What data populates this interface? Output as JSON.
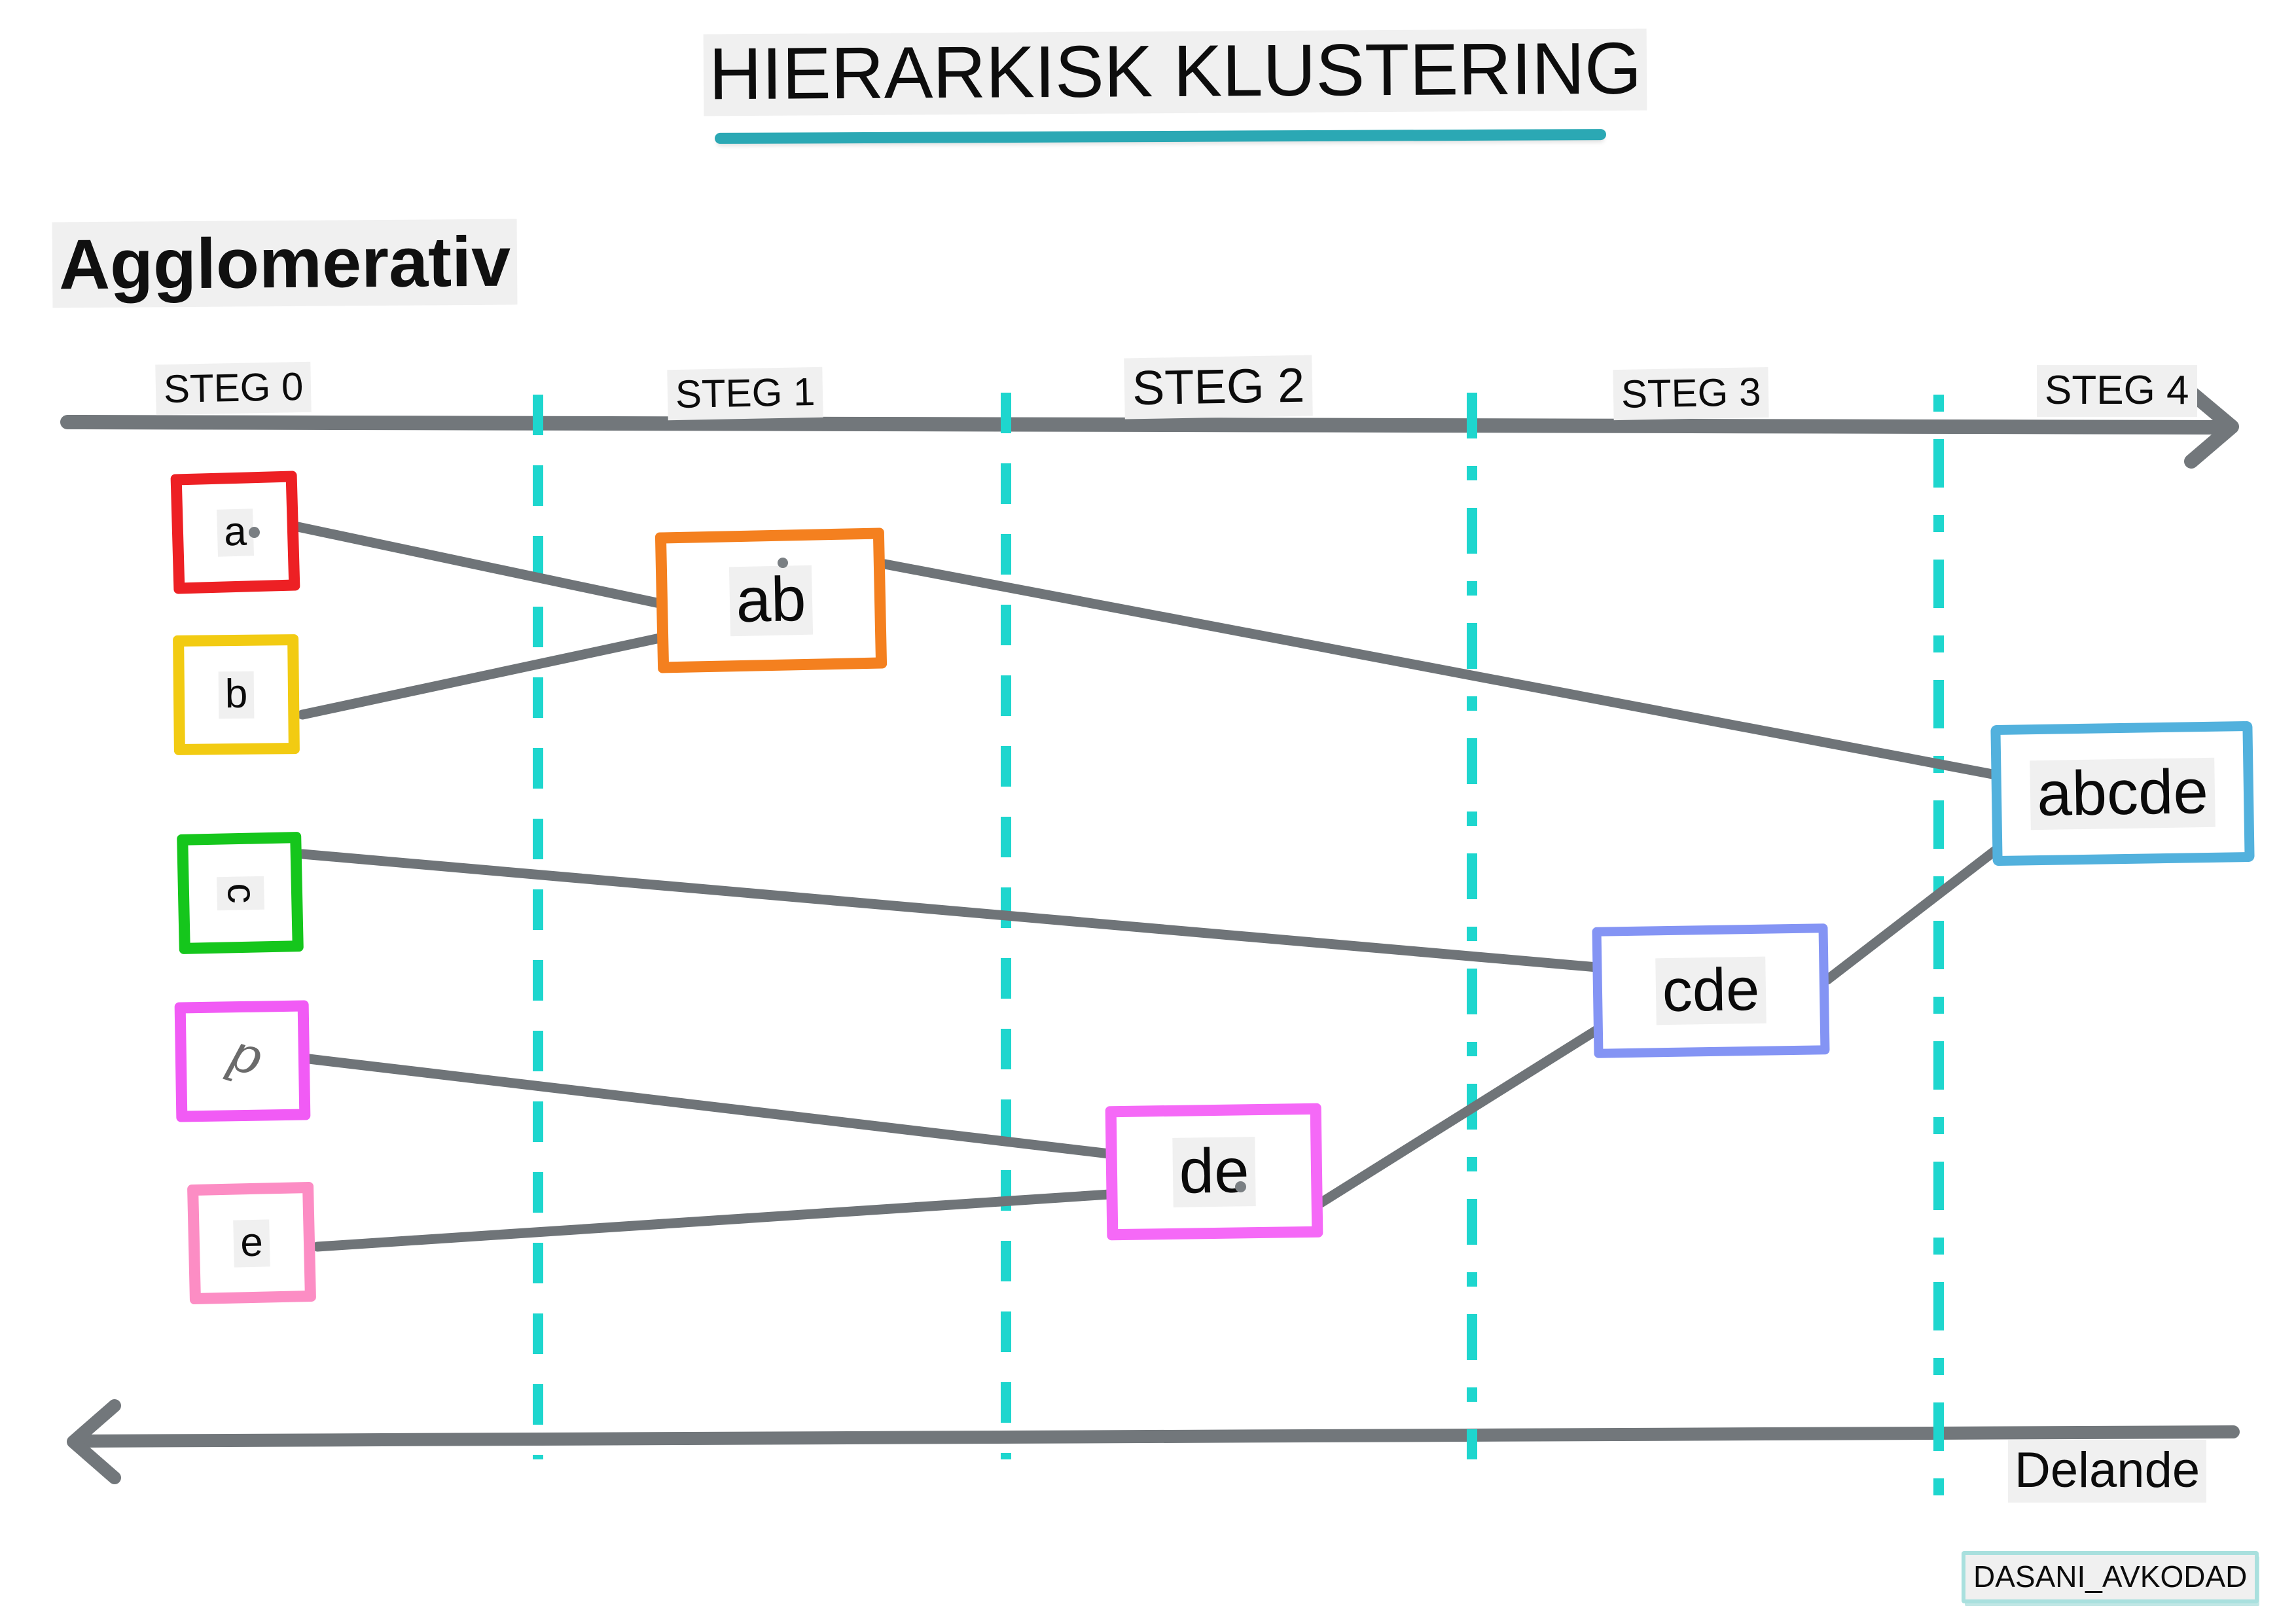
{
  "title": "HIERARKISK KLUSTERING",
  "subtitle": "Agglomerativ",
  "axis": {
    "top_direction": "right-arrow",
    "bottom_direction": "left-arrow",
    "bottom_label": "Delande",
    "steps": [
      {
        "label": "STEG 0"
      },
      {
        "label": "STEG 1"
      },
      {
        "label": "STEG 2"
      },
      {
        "label": "STEG 3"
      },
      {
        "label": "STEG 4"
      }
    ]
  },
  "colors": {
    "title_underline": "#2ba8b4",
    "step_divider": "#1ED6CE",
    "axis_line": "#72777B",
    "connector": "#6F7478",
    "highlight": "#f0f0f0",
    "node_a": "#ED2024",
    "node_b": "#F2CB12",
    "node_c": "#15C61C",
    "node_d": "#F15BF5",
    "node_e": "#FC8DC4",
    "node_ab": "#F4801F",
    "node_de": "#F569F7",
    "node_cde": "#8494F4",
    "node_abcde": "#52B1DD",
    "dasani_border": "#A9E0DE"
  },
  "nodes": {
    "a": "a",
    "b": "b",
    "c": "c",
    "d": "d",
    "e": "e",
    "ab": "ab",
    "de": "de",
    "cde": "cde",
    "abcde": "abcde"
  },
  "footer": {
    "watermark": "DASANI_AVKODAD"
  },
  "chart_data": {
    "type": "diagram",
    "title": "HIERARKISK KLUSTERING",
    "subtitle": "Agglomerativ",
    "xlabel": "",
    "ylabel": "",
    "step_axis": [
      "STEG 0",
      "STEG 1",
      "STEG 2",
      "STEG 3",
      "STEG 4"
    ],
    "reverse_axis_label": "Delande",
    "leaves": [
      "a",
      "b",
      "c",
      "d",
      "e"
    ],
    "merges": [
      {
        "step": 1,
        "cluster": "ab",
        "children": [
          "a",
          "b"
        ]
      },
      {
        "step": 2,
        "cluster": "de",
        "children": [
          "d",
          "e"
        ]
      },
      {
        "step": 3,
        "cluster": "cde",
        "children": [
          "c",
          "de"
        ]
      },
      {
        "step": 4,
        "cluster": "abcde",
        "children": [
          "ab",
          "cde"
        ]
      }
    ]
  }
}
